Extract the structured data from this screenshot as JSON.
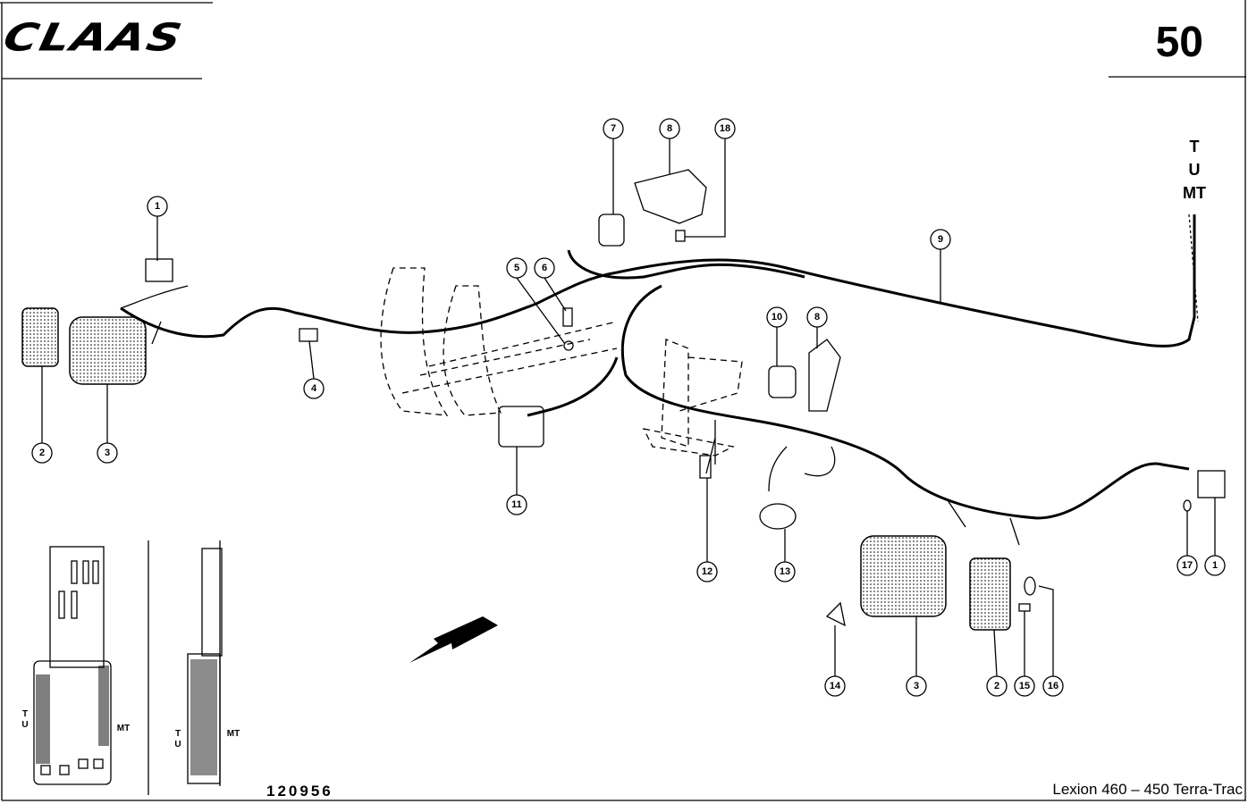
{
  "header": {
    "brand": "CLAAS",
    "page_number": "50"
  },
  "footer": {
    "drawing_number": "120956",
    "model": "Lexion 460 – 450 Terra-Trac"
  },
  "labels": {
    "t": "T",
    "u": "U",
    "mt": "MT"
  },
  "callouts": [
    "1",
    "2",
    "3",
    "4",
    "5",
    "6",
    "7",
    "8",
    "18",
    "9",
    "10",
    "8",
    "11",
    "12",
    "13",
    "14",
    "3",
    "2",
    "15",
    "16",
    "17",
    "1"
  ]
}
